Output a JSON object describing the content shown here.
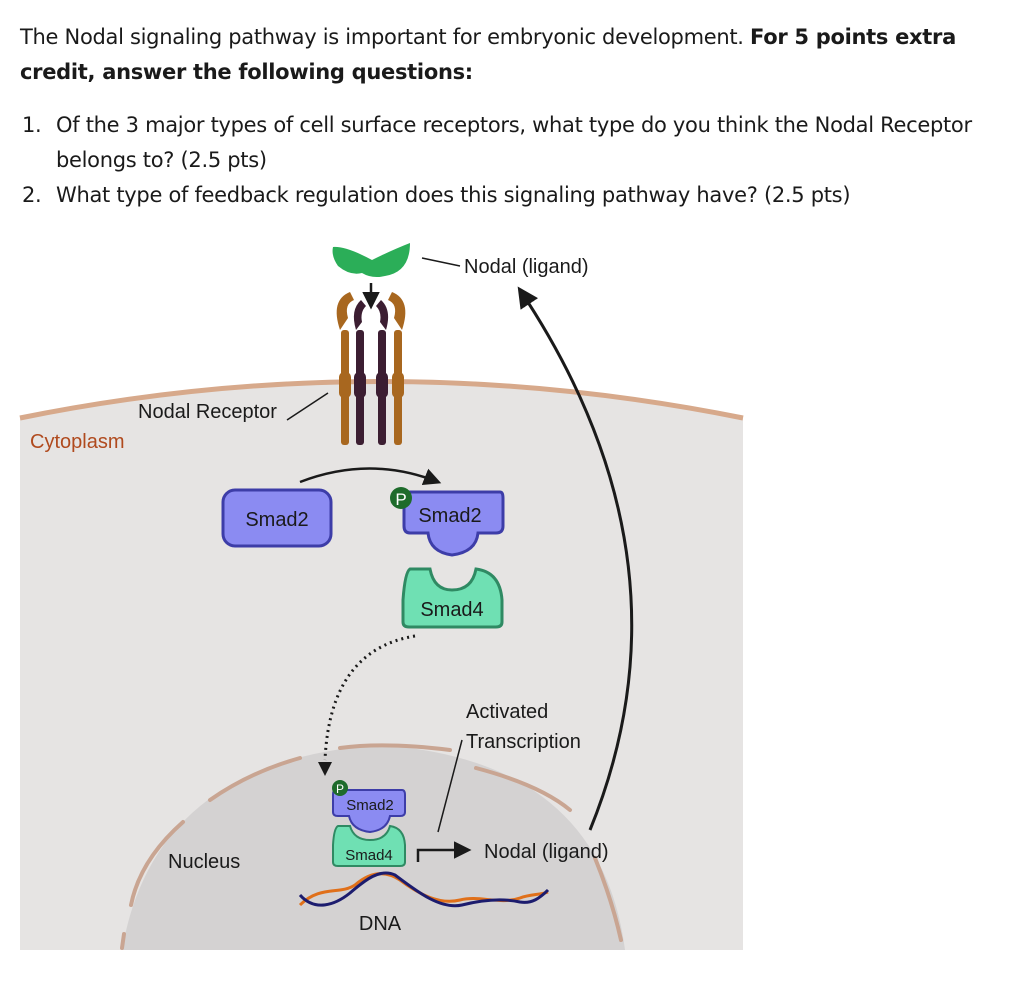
{
  "intro": {
    "text": "The Nodal signaling pathway is important for embryonic development. ",
    "bold": "For 5 points extra credit, answer the following questions:"
  },
  "questions": [
    {
      "number": "1.",
      "text": "Of the 3 major types of cell surface receptors, what type do you think the Nodal Receptor belongs to? (2.5 pts)"
    },
    {
      "number": "2.",
      "text": "What type of feedback regulation does this signaling pathway have? (2.5 pts)"
    }
  ],
  "figure": {
    "nodal_ligand_top": "Nodal (ligand)",
    "nodal_receptor": "Nodal Receptor",
    "cytoplasm": "Cytoplasm",
    "smad2_inactive": "Smad2",
    "phospho_mark": "P",
    "smad2_active": "Smad2",
    "smad4": "Smad4",
    "activated_transcription_1": "Activated",
    "activated_transcription_2": "Transcription",
    "nuclear_smad2": "Smad2",
    "nuclear_smad4": "Smad4",
    "nucleus": "Nucleus",
    "nodal_ligand_gene": "Nodal (ligand)",
    "dna": "DNA",
    "colors": {
      "ligand": "#2bae58",
      "receptor_outer": "#a8671f",
      "receptor_inner": "#3c1e32",
      "smad2_fill": "#8b8bf2",
      "smad2_stroke": "#3d3da8",
      "smad4_fill": "#6fe0b3",
      "smad4_stroke": "#2f8a63",
      "phospho": "#1e6b2b",
      "membrane": "#d7a98b",
      "cytoplasm_label": "#b04a1e"
    }
  }
}
